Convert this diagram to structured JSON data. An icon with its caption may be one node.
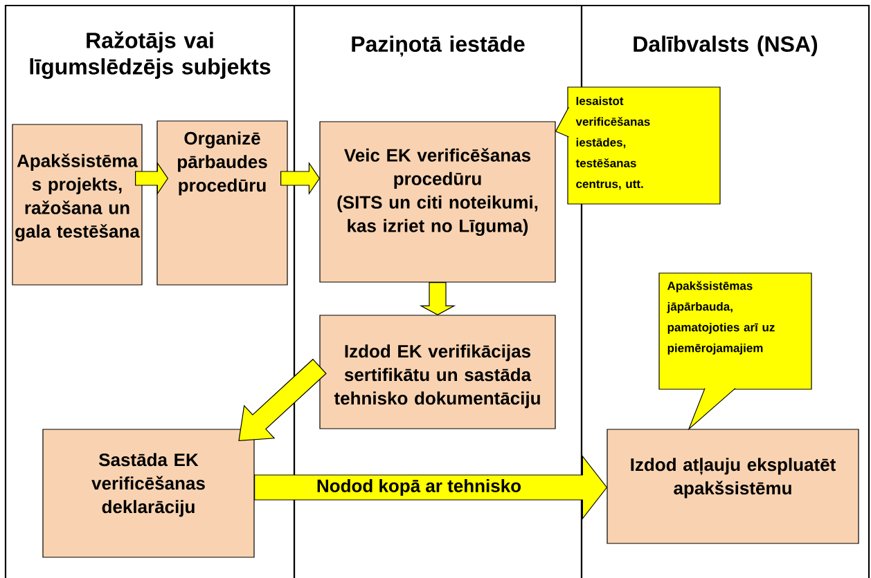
{
  "diagram": {
    "nodes": [
      {
        "text": [
          "Ražotājs vai līgumslēdzējs subjekts"
        ]
      },
      {
        "text": [
          "Paziņotā iestāde"
        ]
      },
      {
        "text": [
          "Dalībvalsts (NSA)"
        ]
      },
      {
        "text": [
          "Apakšsistēma s projekts, ražošana un gala testēšana"
        ],
        "in": 0
      },
      {
        "text": [
          "Organizē pārbaudes procedūru"
        ],
        "in": 0
      },
      {
        "text": [
          "Veic EK verificēšanas procedūru",
          "(SITS un citi noteikumi, kas izriet no Līguma)"
        ],
        "in": 1
      },
      {
        "text": [
          "Iesaistot verificēšanas iestādes, testēšanas centrus, utt."
        ]
      },
      {
        "text": [
          "Izdod EK verifikācijas sertifikātu un sastāda tehnisko dokumentāciju"
        ],
        "in": 1
      },
      {
        "text": [
          "Apakšsistēmas jāpārbauda, pamatojoties arī uz piemērojamajiem"
        ],
        "in": 2
      },
      {
        "text": [
          "Sastāda EK verificēšanas deklarāciju"
        ],
        "in": 0
      },
      {
        "text": [
          "Izdod atļauju ekspluatēt apakšsistēmu"
        ],
        "in": 2
      }
    ],
    "edges": [
      {
        "from": 3,
        "to": 4,
        "arrow": "to"
      },
      {
        "from": 4,
        "to": 5,
        "arrow": "to"
      },
      {
        "from": 5,
        "to": 7,
        "arrow": "to"
      },
      {
        "from": 7,
        "to": 9,
        "arrow": "to"
      },
      {
        "from": 9,
        "to": 10,
        "arrow": "to",
        "label": "Nodod kopā ar tehnisko"
      },
      {
        "from": 6,
        "to": 5,
        "arrow": "to"
      },
      {
        "from": 8,
        "to": 10,
        "arrow": "to"
      }
    ]
  }
}
